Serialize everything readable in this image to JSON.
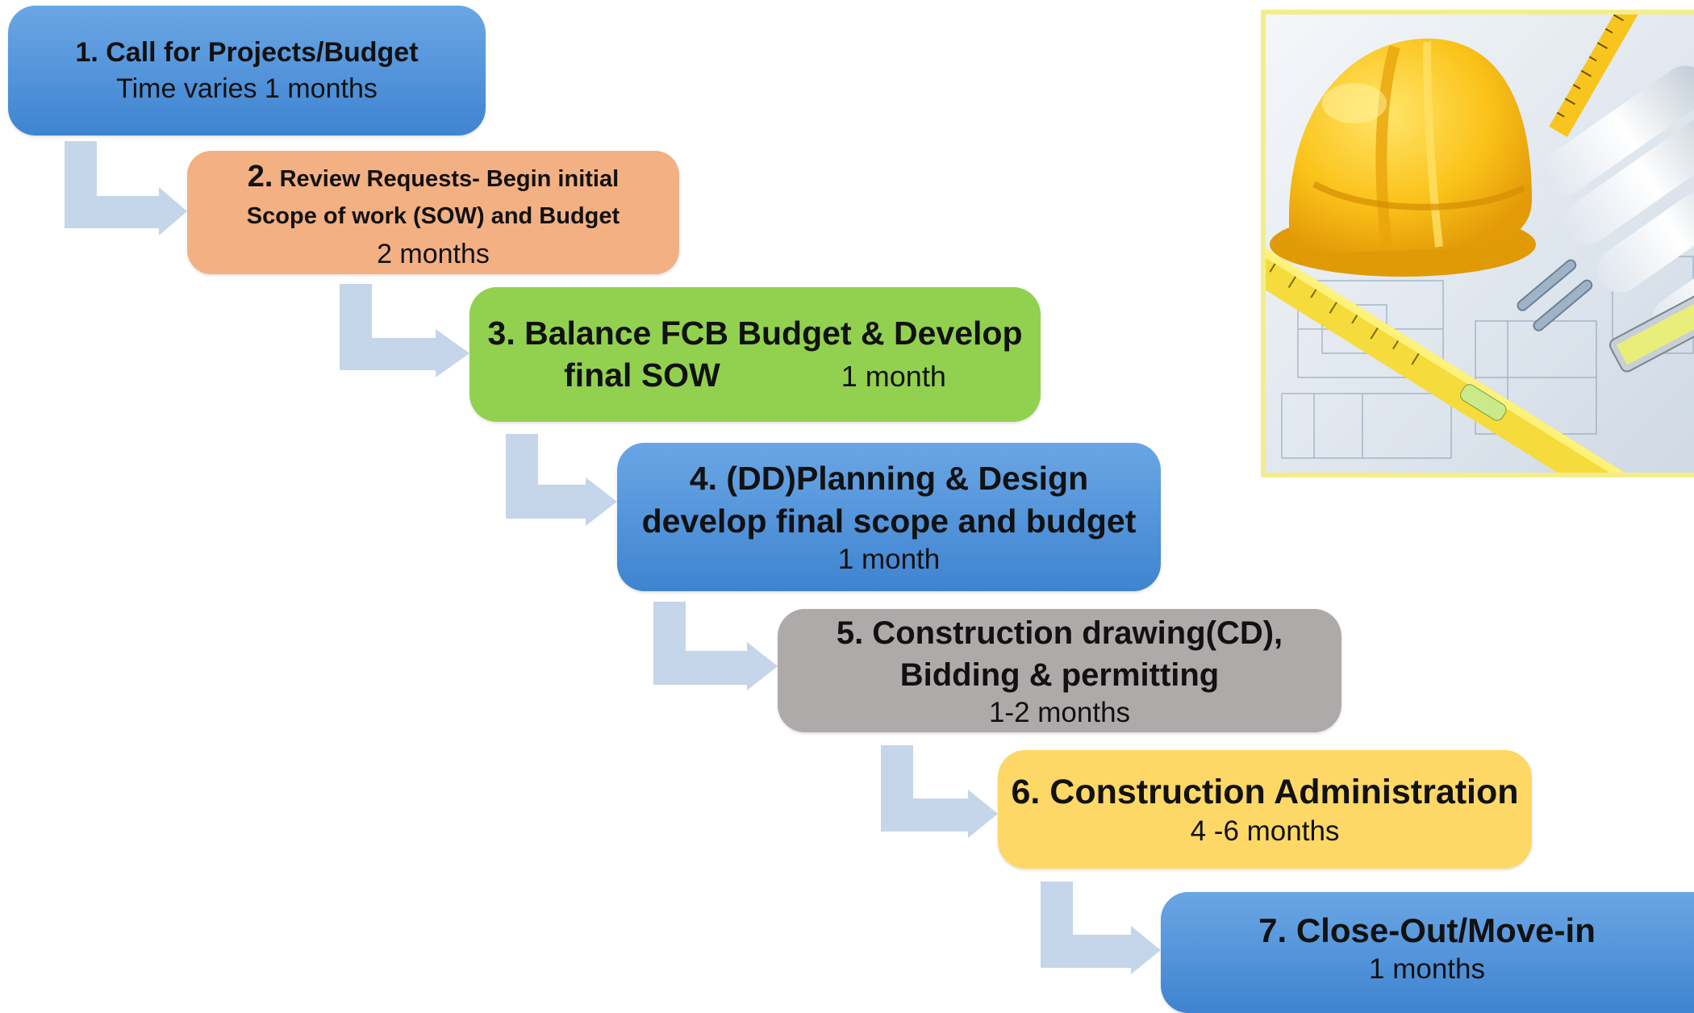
{
  "steps": [
    {
      "title": "1. Call for Projects/Budget",
      "subtitle": "Time varies 1 months"
    },
    {
      "number": "2.",
      "title_line1": "Review Requests- Begin initial",
      "title_line2": "Scope of work (SOW)  and Budget",
      "subtitle": "2 months"
    },
    {
      "title_line1": "3. Balance FCB Budget & Develop",
      "title_line2": "final SOW",
      "subtitle": "1 month"
    },
    {
      "title_line1": "4. (DD)Planning & Design",
      "title_line2": "develop final scope and budget",
      "subtitle": "1 month"
    },
    {
      "title_line1": "5. Construction drawing(CD),",
      "title_line2": "Bidding & permitting",
      "subtitle": "1-2 months"
    },
    {
      "title": "6. Construction Administration",
      "subtitle": "4 -6 months"
    },
    {
      "title": "7. Close-Out/Move-in",
      "subtitle": "1 months"
    }
  ],
  "colors": {
    "step1": "#4f93da",
    "step2": "#f3b083",
    "step3": "#92d14f",
    "step4": "#4f93da",
    "step5": "#aeaaa9",
    "step6": "#fdd866",
    "step7": "#4f93da",
    "arrow": "#c5d5ea"
  },
  "image": {
    "icon": "construction-hardhat-blueprints-photo"
  }
}
